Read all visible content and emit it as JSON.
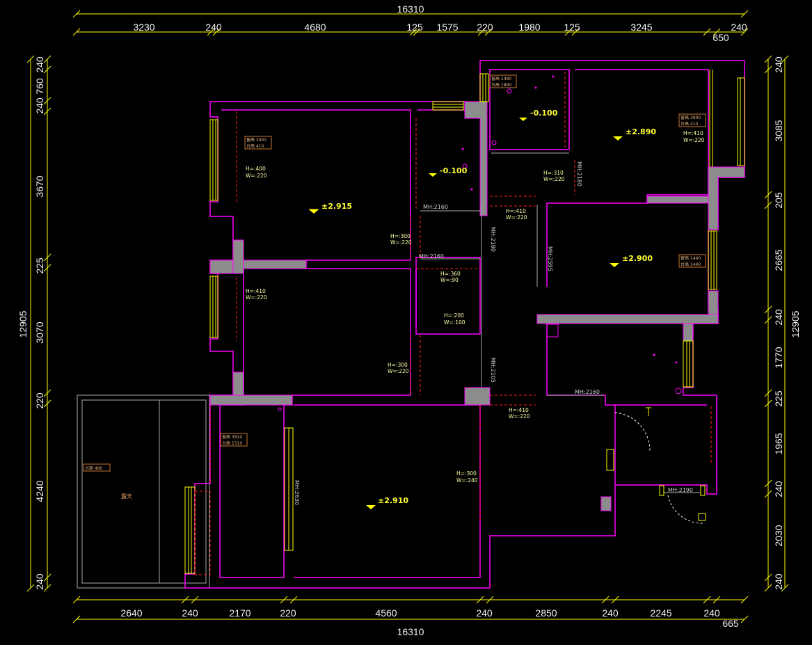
{
  "dimensions": {
    "top_total": "16310",
    "top_segments": [
      "3230",
      "240",
      "4680",
      "125",
      "1575",
      "220",
      "1980",
      "125",
      "3245",
      "240"
    ],
    "top_extra": "650",
    "bottom_total": "16310",
    "bottom_segments": [
      "2640",
      "240",
      "2170",
      "220",
      "4560",
      "240",
      "2850",
      "240",
      "2245",
      "240"
    ],
    "bottom_extra": "665",
    "left_total": "12905",
    "left_segments": [
      "240",
      "760",
      "240",
      "3670",
      "225",
      "3070",
      "220",
      "4240",
      "240"
    ],
    "right_total": "12905",
    "right_segments": [
      "240",
      "3085",
      "205",
      "2665",
      "240",
      "1770",
      "225",
      "1965",
      "240",
      "2030",
      "240"
    ]
  },
  "elevations": [
    "±2.915",
    "-0.100",
    "-0.100",
    "±2.890",
    "±2.900",
    "±2.910"
  ],
  "notes": [
    "H=:400",
    "W=:220",
    "H=:410",
    "W=:220",
    "H=:300",
    "W=:220",
    "H=:300",
    "W=:220",
    "H=:360",
    "W=:90",
    "H=:200",
    "W=:100",
    "H=:410",
    "W=:220",
    "H=:310",
    "W=:220",
    "H=:410",
    "W=:220",
    "H=:410",
    "W=:220",
    "H=:300",
    "W=:240"
  ],
  "door_heights": [
    "MH:2160",
    "MH:2160",
    "MH:2180",
    "MH:2180",
    "MH:2595",
    "MH:2105",
    "MH:2160",
    "MH:2190",
    "MH:2630"
  ],
  "tags": [
    "窗高 3900",
    "台高 410",
    "窗高 3810",
    "台高 1510",
    "窗高 3900",
    "台高 410",
    "窗高 1490",
    "台高 1890",
    "窗高 1440",
    "台高 1440",
    "台高 460"
  ],
  "room_label": "露天"
}
